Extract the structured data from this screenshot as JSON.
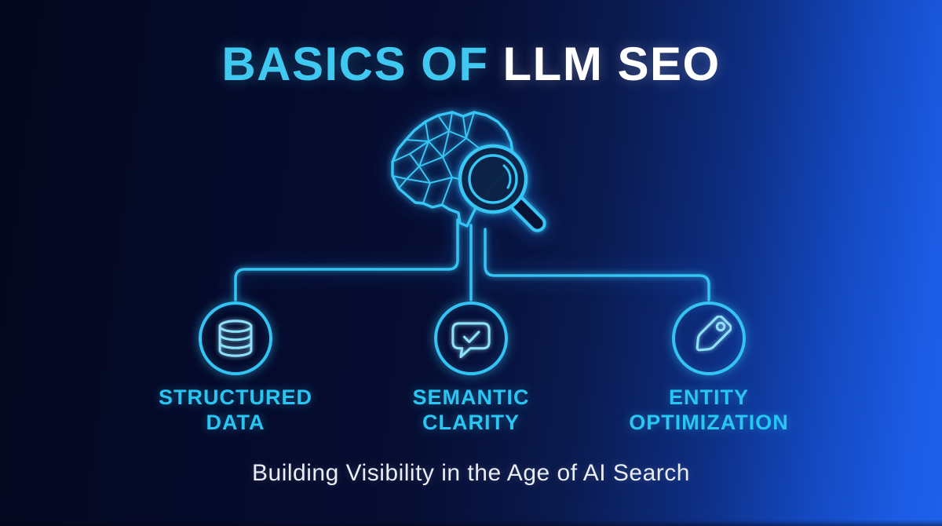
{
  "title": {
    "accent": "BASICS OF",
    "rest": "LLM SEO"
  },
  "subtitle": "Building Visibility in the Age of AI Search",
  "nodes": [
    {
      "line1": "STRUCTURED",
      "line2": "DATA",
      "icon": "database-icon"
    },
    {
      "line1": "SEMANTIC",
      "line2": "CLARITY",
      "icon": "chat-check-icon"
    },
    {
      "line1": "ENTITY",
      "line2": "OPTIMIZATION",
      "icon": "price-tag-icon"
    }
  ],
  "hero_icon": "brain-with-magnifying-glass",
  "colors": {
    "accent_cyan": "#3FC9F1",
    "label_cyan": "#29C6F4",
    "line_cyan": "#34C4F4",
    "icon_cyan": "#8FE1FA",
    "title_white": "#FFFFFF",
    "caption_white": "#E9EDF6",
    "background_dark": "#050A2B",
    "background_bright": "#1E60E8"
  }
}
